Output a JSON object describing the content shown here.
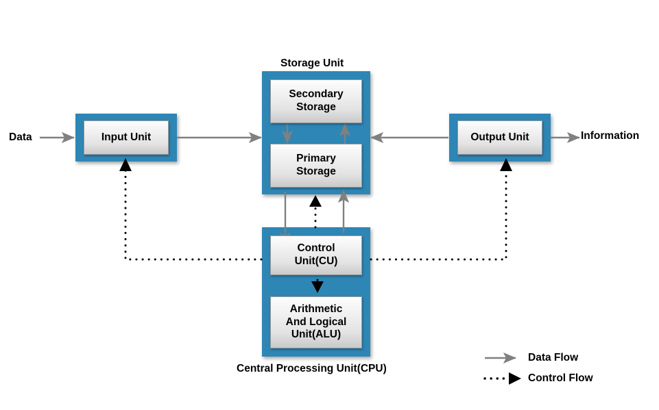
{
  "diagram": {
    "title_storage": "Storage Unit",
    "title_cpu": "Central Processing Unit(CPU)",
    "nodes": {
      "input_unit": "Input Unit",
      "output_unit": "Output Unit",
      "secondary_storage": "Secondary\nStorage",
      "secondary_storage_line1": "Secondary",
      "secondary_storage_line2": "Storage",
      "primary_storage_line1": "Primary",
      "primary_storage_line2": "Storage",
      "control_unit_line1": "Control",
      "control_unit_line2": "Unit(CU)",
      "alu_line1": "Arithmetic",
      "alu_line2": "And Logical",
      "alu_line3": "Unit(ALU)"
    },
    "edge_labels": {
      "data": "Data",
      "information": "Information"
    },
    "legend": [
      {
        "key": "data-flow",
        "label": "Data Flow",
        "style": "solid",
        "color": "#808080"
      },
      {
        "key": "control-flow",
        "label": "Control Flow",
        "style": "dotted",
        "color": "#000000"
      }
    ],
    "colors": {
      "frame_blue": "#2E86B5",
      "data_flow_gray": "#808080",
      "control_flow_black": "#000000",
      "node_fill_top": "#fdfdfd",
      "node_fill_bottom": "#c9c9c9",
      "background": "#ffffff"
    }
  }
}
